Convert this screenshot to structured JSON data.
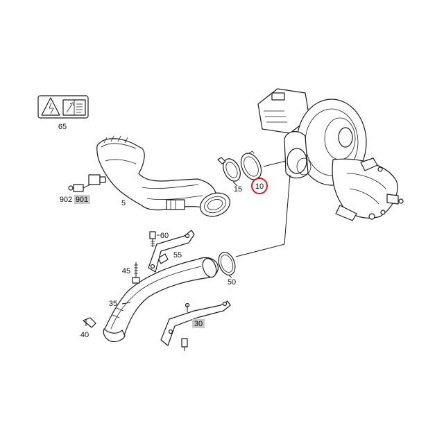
{
  "diagram": {
    "highlight_color": "#e0141e",
    "label_box_color": "#c9c9c9",
    "icons": [
      "warning-high-voltage-icon",
      "wrench-book-icon"
    ],
    "callouts": [
      {
        "id": "65",
        "label": "65",
        "boxed": false,
        "highlighted": false
      },
      {
        "id": "902",
        "label": "902",
        "boxed": false,
        "highlighted": false
      },
      {
        "id": "901",
        "label": "901",
        "boxed": true,
        "highlighted": false
      },
      {
        "id": "5",
        "label": "5",
        "boxed": false,
        "highlighted": false
      },
      {
        "id": "15",
        "label": "15",
        "boxed": false,
        "highlighted": false
      },
      {
        "id": "10",
        "label": "10",
        "boxed": false,
        "highlighted": true
      },
      {
        "id": "60",
        "label": "60",
        "boxed": false,
        "highlighted": false
      },
      {
        "id": "55",
        "label": "55",
        "boxed": false,
        "highlighted": false
      },
      {
        "id": "45",
        "label": "45",
        "boxed": false,
        "highlighted": false
      },
      {
        "id": "50",
        "label": "50",
        "boxed": false,
        "highlighted": false
      },
      {
        "id": "35",
        "label": "35",
        "boxed": false,
        "highlighted": false
      },
      {
        "id": "30",
        "label": "30",
        "boxed": true,
        "highlighted": false
      },
      {
        "id": "40",
        "label": "40",
        "boxed": false,
        "highlighted": false
      }
    ]
  }
}
